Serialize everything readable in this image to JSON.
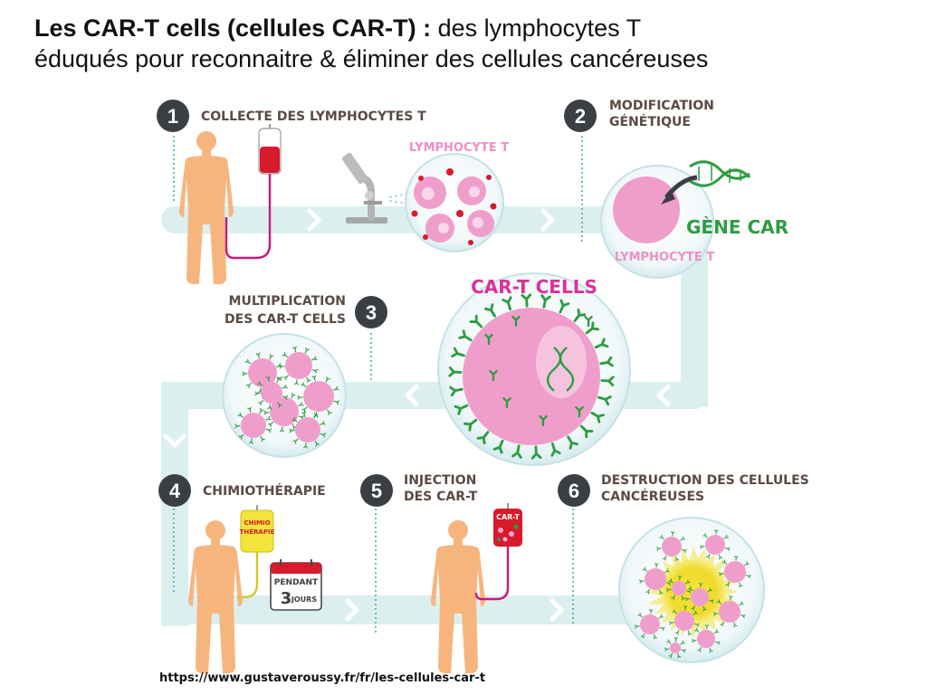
{
  "header": {
    "title_bold": "Les CAR-T cells (cellules  CAR-T) :",
    "title_rest": " des lymphocytes T",
    "title_line2": "éduqués pour reconnaitre & éliminer des cellules cancéreuses"
  },
  "steps": [
    {
      "number": "1",
      "label_lines": [
        "COLLECTE DES LYMPHOCYTES T"
      ]
    },
    {
      "number": "2",
      "label_lines": [
        "MODIFICATION",
        "GÉNÉTIQUE"
      ]
    },
    {
      "number": "3",
      "label_lines": [
        "MULTIPLICATION",
        "DES CAR-T CELLS"
      ]
    },
    {
      "number": "4",
      "label_lines": [
        "CHIMIOTHÉRAPIE"
      ]
    },
    {
      "number": "5",
      "label_lines": [
        "INJECTION",
        "DES CAR-T"
      ]
    },
    {
      "number": "6",
      "label_lines": [
        "DESTRUCTION DES CELLULES",
        "CANCÉREUSES"
      ]
    }
  ],
  "labels": {
    "lymphocyte_t": "LYMPHOCYTE T",
    "gene_car": "GÈNE CAR",
    "lymphocyte_t_2": "LYMPHOCYTE T",
    "car_t_cells": "CAR-T CELLS",
    "bag_chimio_line1": "CHIMIO",
    "bag_chimio_line2": "THÉRAPIE",
    "bag_cart": "CAR-T",
    "calendar_line1": "PENDANT",
    "calendar_days": "3",
    "calendar_unit": "JOURS"
  },
  "footer": {
    "url": "https://www.gustaveroussy.fr/fr/les-cellules-car-t"
  },
  "colors": {
    "path": "#dcefef",
    "badge": "#3b3f44",
    "body": "#f7b57e",
    "pink": "#ef9ecb",
    "magenta": "#d8329b",
    "green": "#2e9c43",
    "blood": "#d71a2c",
    "yellow": "#f3e43b"
  }
}
